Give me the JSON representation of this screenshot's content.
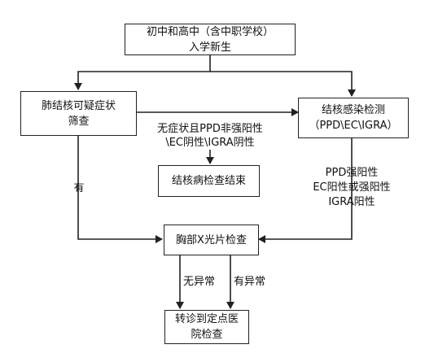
{
  "nodes": {
    "enrollment": {
      "line1": "初中和高中（含中职学校）",
      "line2": "入学新生"
    },
    "symptom_screening": {
      "line1": "肺结核可疑症状",
      "line2": "筛查"
    },
    "infection_test": {
      "line1": "结核感染检测",
      "line2": "（PPD\\EC\\IGRA）"
    },
    "exam_end": {
      "line1": "结核病检查结束"
    },
    "chest_xray": {
      "line1": "胸部X光片检查"
    },
    "referral": {
      "line1": "转诊到定点医",
      "line2": "院检查"
    }
  },
  "edge_labels": {
    "negative": {
      "line1": "无症状且PPD非强阳性",
      "line2": "\\EC阴性\\IGRA阴性"
    },
    "has_symptom": "有",
    "positive": {
      "line1": "PPD强阳性",
      "line2": "EC阳性或强阳性",
      "line3": "IGRA阳性"
    },
    "no_abnormal": "无异常",
    "abnormal": "有异常"
  }
}
